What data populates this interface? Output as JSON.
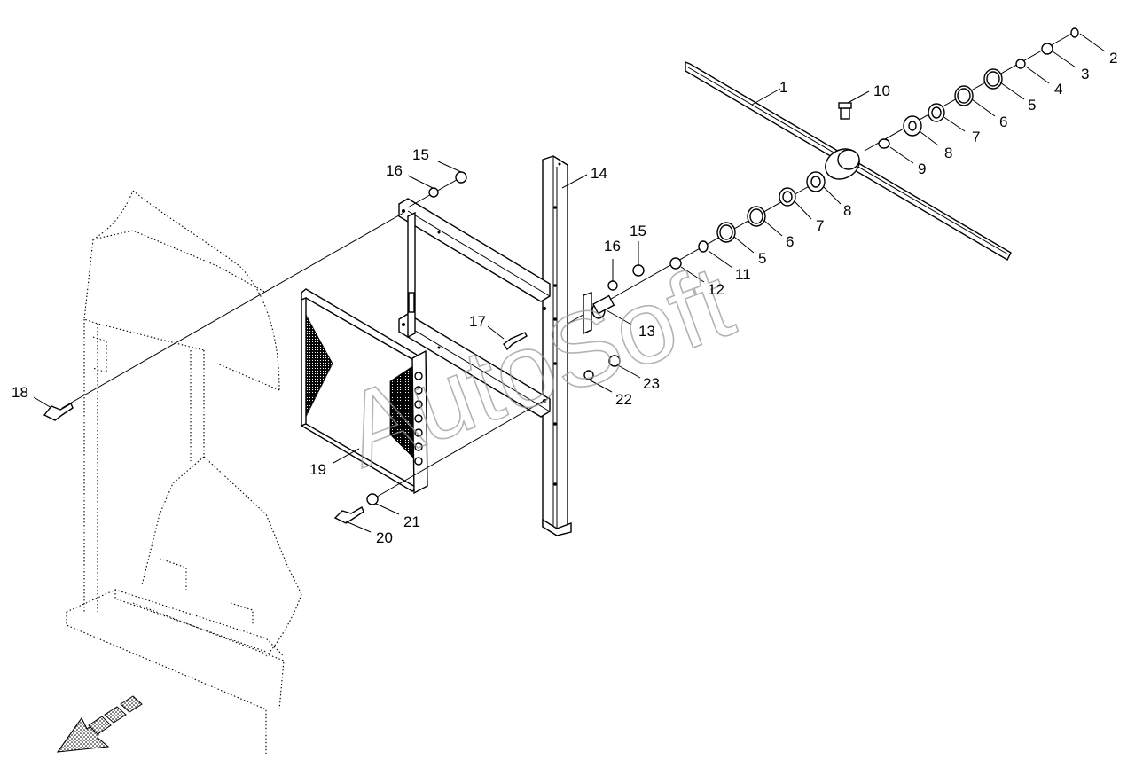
{
  "diagram": {
    "watermark": "AutoSoft",
    "callouts": [
      "1",
      "2",
      "3",
      "4",
      "5",
      "6",
      "7",
      "8",
      "9",
      "10",
      "11",
      "12",
      "13",
      "14",
      "15",
      "16",
      "17",
      "18",
      "19",
      "20",
      "21",
      "22",
      "23"
    ],
    "callouts_second": {
      "5": "5",
      "6": "6",
      "7": "7",
      "8": "8",
      "15": "15",
      "16": "16"
    }
  }
}
